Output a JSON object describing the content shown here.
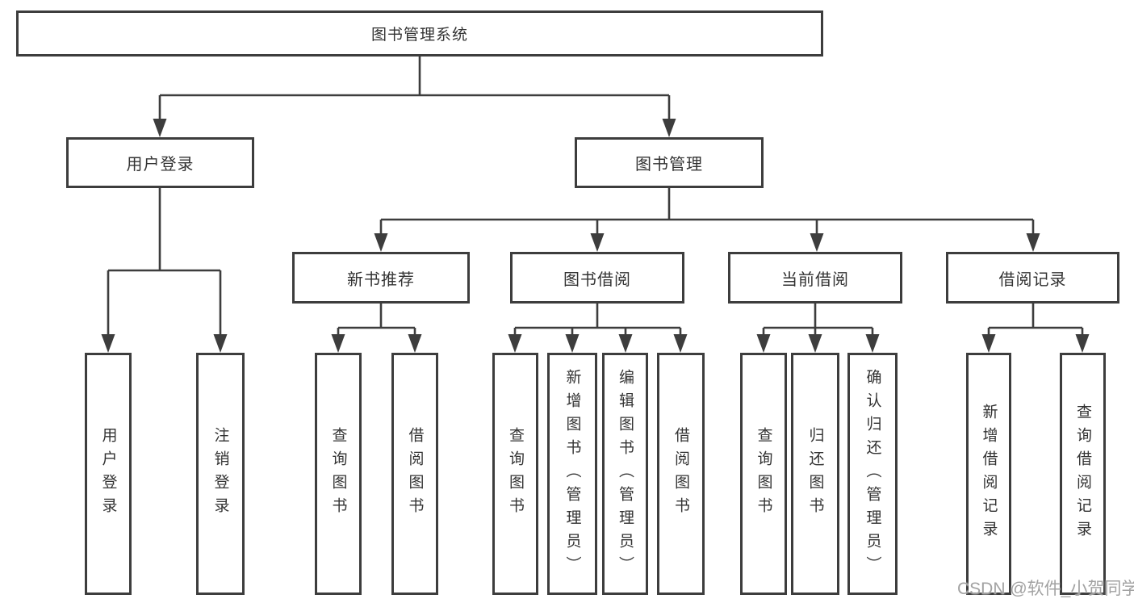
{
  "title": "图书管理系统",
  "tree": {
    "root": "图书管理系统",
    "children": [
      {
        "label": "用户登录",
        "children": [
          "用户登录",
          "注销登录"
        ]
      },
      {
        "label": "图书管理",
        "children": [
          {
            "label": "新书推荐",
            "children": [
              "查询图书",
              "借阅图书"
            ]
          },
          {
            "label": "图书借阅",
            "children": [
              "查询图书",
              "新增图书（管理员）",
              "编辑图书（管理员）",
              "借阅图书"
            ]
          },
          {
            "label": "当前借阅",
            "children": [
              "查询图书",
              "归还图书",
              "确认归还（管理员）"
            ]
          },
          {
            "label": "借阅记录",
            "children": [
              "新增借阅记录",
              "查询借阅记录"
            ]
          }
        ]
      }
    ]
  },
  "watermark": {
    "text": "CSDN @软件_小贺同学"
  },
  "colors": {
    "line": "#3d3d3d",
    "text": "#333333",
    "watermark": "#a2a2a2",
    "background": "#ffffff"
  }
}
